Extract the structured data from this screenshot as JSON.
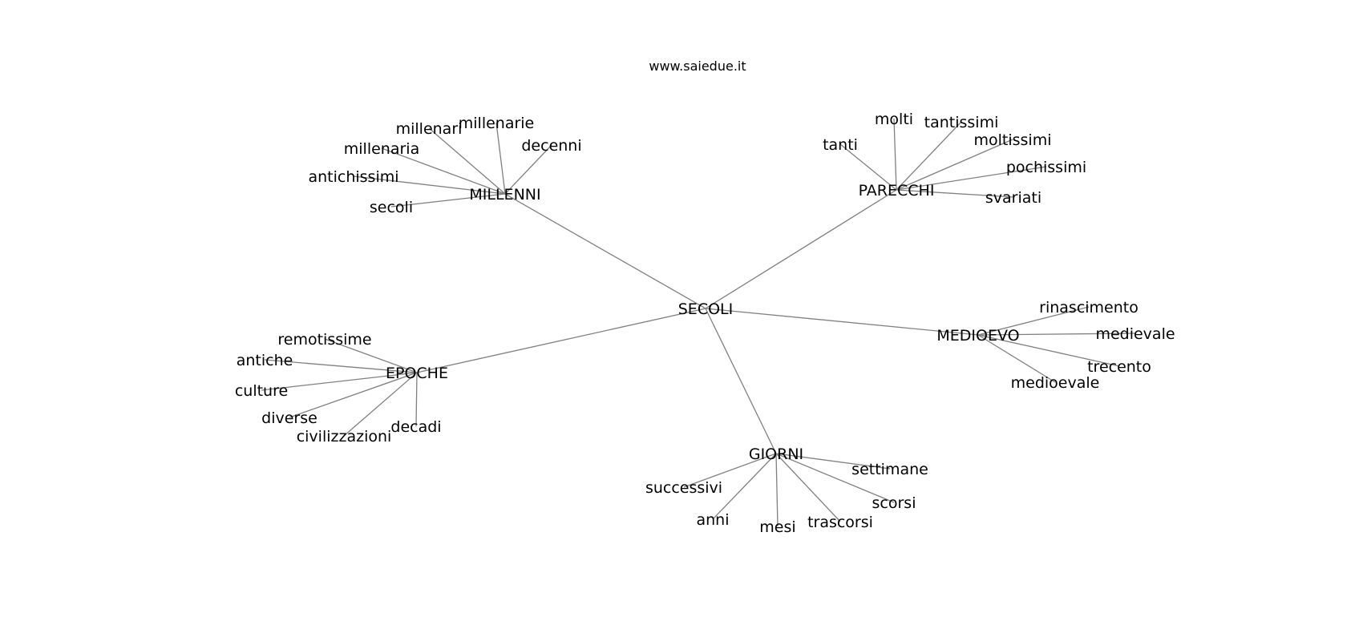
{
  "header": {
    "site": "www.saiedue.it"
  },
  "colors": {
    "edge": "#808080",
    "text": "#000000",
    "background": "#ffffff"
  },
  "graph": {
    "root": "SECOLI",
    "clusters": [
      {
        "hub": "MILLENNI",
        "leaves": [
          "millenari",
          "millenarie",
          "decenni",
          "millenaria",
          "antichissimi",
          "secoli"
        ]
      },
      {
        "hub": "PARECCHI",
        "leaves": [
          "tanti",
          "molti",
          "tantissimi",
          "moltissimi",
          "pochissimi",
          "svariati"
        ]
      },
      {
        "hub": "MEDIOEVO",
        "leaves": [
          "rinascimento",
          "medievale",
          "trecento",
          "medioevale"
        ]
      },
      {
        "hub": "GIORNI",
        "leaves": [
          "settimane",
          "scorsi",
          "trascorsi",
          "mesi",
          "anni",
          "successivi"
        ]
      },
      {
        "hub": "EPOCHE",
        "leaves": [
          "remotissime",
          "antiche",
          "culture",
          "diverse",
          "civilizzazioni",
          "decadi"
        ]
      }
    ]
  }
}
